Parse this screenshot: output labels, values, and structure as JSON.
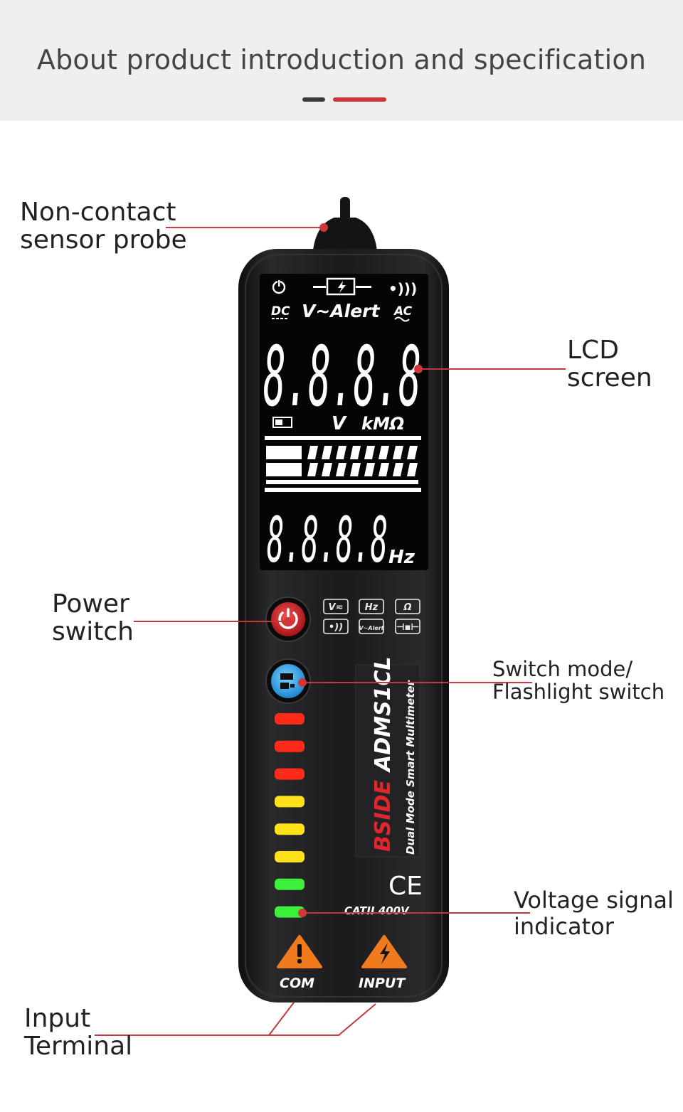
{
  "header": {
    "title": "About product introduction and specification"
  },
  "callouts": {
    "probe": "Non-contact\nsensor probe",
    "lcd": "LCD\nscreen",
    "power": "Power\nswitch",
    "mode": "Switch mode/\nFlashlight switch",
    "voltage": "Voltage signal\nindicator",
    "terminal": "Input\nTerminal"
  },
  "lcd": {
    "top_label_center": "V~Alert",
    "left_label": "DC",
    "right_label": "AC",
    "main_digits": "8.8.8.8",
    "units_v": "V",
    "units_kohm": "kMΩ",
    "sub_digits": "8.8.8.8",
    "sub_unit": "Hz"
  },
  "mode_icons": [
    "V≂",
    "Hz",
    "Ω",
    "•))",
    "V~Alert",
    "⊣▪⊢"
  ],
  "device": {
    "brand": "BSIDE",
    "model": "ADMS1CL",
    "description": "Dual Mode Smart Multimeter",
    "ce_mark": "CE",
    "category_rating": "CATII 400V",
    "terminal_com": "COM",
    "terminal_input": "INPUT"
  },
  "colors": {
    "accent_red": "#d0363a",
    "leader_line": "#c0393c",
    "body_dark": "#1c1c1e",
    "warning_orange": "#f07a1e",
    "led_red": "#ff2a1a",
    "led_yellow": "#ffe21a",
    "led_green": "#3cf03c"
  },
  "led_levels": [
    "red",
    "red",
    "red",
    "yellow",
    "yellow",
    "yellow",
    "green",
    "green"
  ]
}
